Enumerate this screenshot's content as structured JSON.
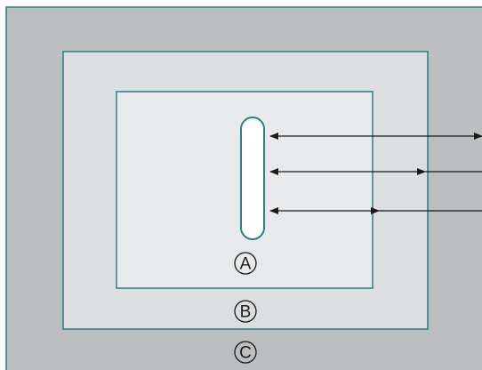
{
  "diagram": {
    "labels": {
      "inner": "A",
      "middle": "B",
      "outer": "C"
    },
    "colors": {
      "outer_fill": "#bcbec0",
      "middle_fill": "#dcdee0",
      "inner_fill": "#e8e9ea",
      "border": "#2a7f82",
      "slot_fill": "#ffffff",
      "arrow": "#1a1a1a"
    },
    "arrows": [
      {
        "name": "arrow-top",
        "style": "double-headed"
      },
      {
        "name": "arrow-middle",
        "style": "double-headed"
      },
      {
        "name": "arrow-bottom",
        "style": "double-headed"
      }
    ]
  }
}
